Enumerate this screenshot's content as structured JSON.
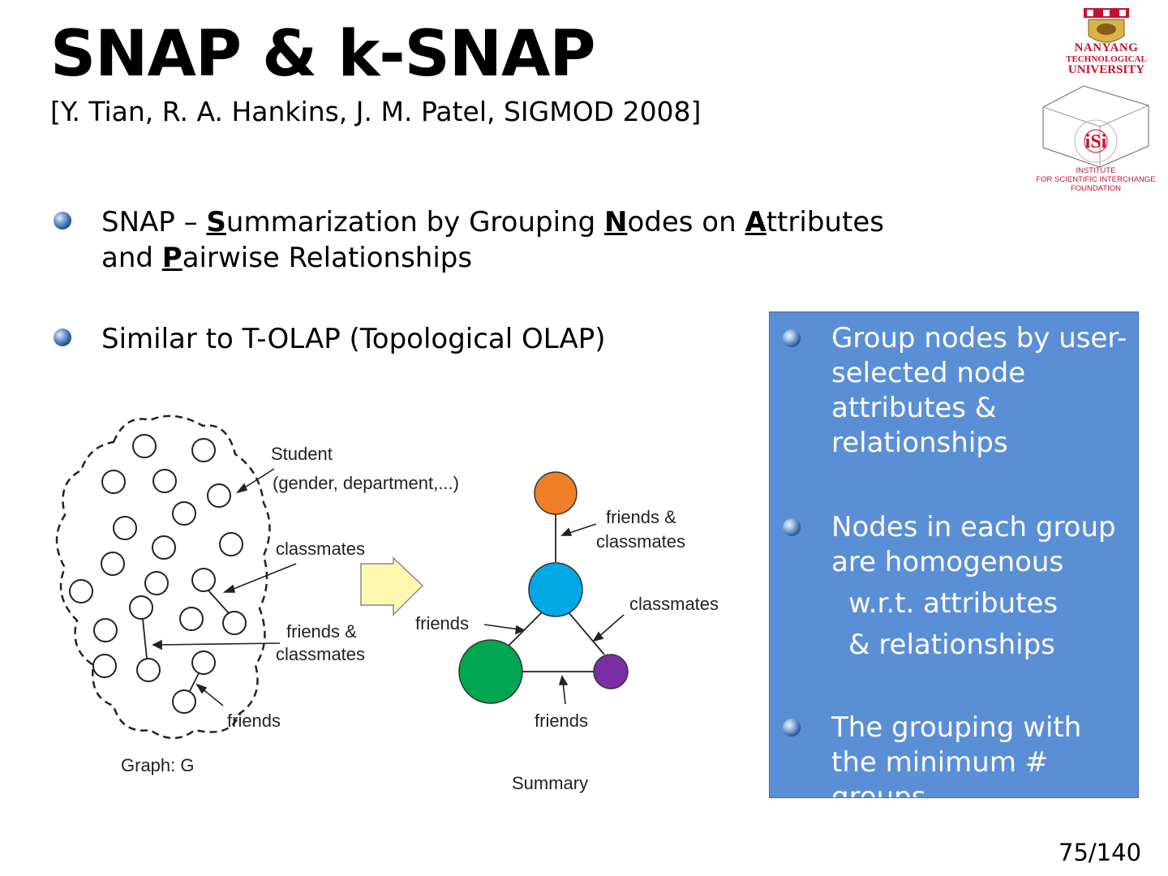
{
  "slide": {
    "title": "SNAP & k-SNAP",
    "subtitle": "[Y. Tian, R. A. Hankins, J. M. Patel, SIGMOD 2008]",
    "page_number": "75/140"
  },
  "bullets": [
    {
      "line1_pre": "SNAP – ",
      "u1": "S",
      "t1": "ummarization by Grouping ",
      "u2": "N",
      "t2": "odes on ",
      "u3": "A",
      "t3": "ttributes",
      "line2_pre": "and ",
      "u4": "P",
      "t4": "airwise Relationships"
    },
    {
      "text": "Similar to T-OLAP (Topological OLAP)"
    }
  ],
  "callout": {
    "items": [
      {
        "text": "Group nodes by user-selected node attributes & relationships"
      },
      {
        "text": "Nodes in each group are homogenous",
        "sub1": "w.r.t. attributes",
        "sub2": "& relationships"
      },
      {
        "text": "The grouping with the minimum # groups"
      }
    ]
  },
  "logos": {
    "ntu": [
      "NANYANG",
      "TECHNOLOGICAL",
      "UNIVERSITY"
    ],
    "isi": [
      "INSTITUTE",
      "FOR SCIENTIFIC INTERCHANGE",
      "FOUNDATION"
    ],
    "isi_mark": "iSi"
  },
  "diagram": {
    "graph_labels": {
      "student": "Student",
      "attrs": "(gender, department,...)",
      "classmates": "classmates",
      "friends_classmates_1": "friends &",
      "friends_classmates_2": "classmates",
      "friends": "friends",
      "caption": "Graph: G"
    },
    "summary_labels": {
      "friends_classmates_1": "friends &",
      "friends_classmates_2": "classmates",
      "classmates": "classmates",
      "friends_left": "friends",
      "friends_bottom": "friends",
      "caption": "Summary"
    },
    "colors": {
      "orange": "#f07f27",
      "blue": "#00a9e6",
      "green": "#00a650",
      "purple": "#7b2fa4",
      "arrow": "#fff7b0"
    }
  }
}
